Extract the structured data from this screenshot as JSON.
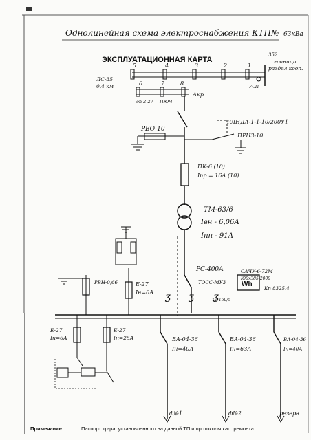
{
  "header": {
    "title": "Однолинейная схема электроснабжения КТП№",
    "rating": "63кВа"
  },
  "map_title": "ЭКСПЛУАТАЦИОННАЯ КАРТА",
  "line": {
    "name": "ЛС-35",
    "length": "0,4 км",
    "support_numbers": [
      "5",
      "4",
      "3",
      "2",
      "1"
    ],
    "support_numbers_lower": [
      "6",
      "7",
      "8"
    ],
    "support_label": "оп 2-27",
    "support_label_2": "ПЮЧ",
    "boundary_pole": "352",
    "boundary_1": "граница",
    "boundary_2": "раздел.кооп.",
    "ground_mark": "Акр",
    "side_mark": "УСП"
  },
  "hv": {
    "arrester": "РВО-10",
    "disconnector_1": "РЛНДА-1-1-10/200У1",
    "disconnector_2": "ПРН3-10",
    "fuse_1": "ПК-6 (10)",
    "fuse_2": "Iпр = 16А (10)"
  },
  "transformer": {
    "type": "ТМ-63/6",
    "current_hv": "Iвн - 6,06А",
    "current_lv": "Iнн - 91А"
  },
  "lv": {
    "arrester": "РВН-0,66",
    "fuse_1": "Е-27",
    "fuse_1_rating": "Iн=6А",
    "switch": "РС-400А",
    "ct_1": "ТОСС-МУЗ",
    "ct_2": "ТТ 150/5",
    "meter_1": "САЧУ-6-72М",
    "meter_2": "Ю0х385-2000",
    "meter_3": "Кп 8325.4",
    "meter_symbol": "Wh"
  },
  "aux": {
    "fuse_a": "Е-27",
    "fuse_a_rating": "Iн=6А",
    "fuse_b": "Е-27",
    "fuse_b_rating": "Iн=25А"
  },
  "feeders": [
    {
      "breaker": "ВА-04-36",
      "rating": "Iн=40А",
      "label": "ф№1"
    },
    {
      "breaker": "ВА-04-36",
      "rating": "Iн=63А",
      "label": "ф№2"
    },
    {
      "breaker": "ВА-04-36",
      "rating": "Iн=40А",
      "label": "резерв"
    }
  ],
  "note": {
    "prefix": "Примечание:",
    "text": "Паспорт тр-ра, установленного на данной ТП и протоколы кап. ремонта"
  }
}
